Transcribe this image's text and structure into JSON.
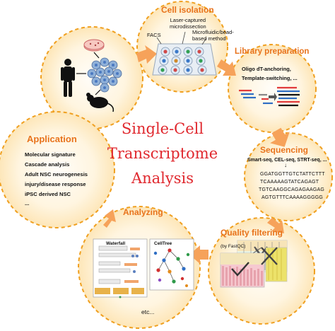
{
  "center": {
    "line1": "Single-Cell",
    "line2": "Transcriptome",
    "line3": "Analysis"
  },
  "cell_isolation": {
    "title": "Cell isolation",
    "facs": "FACS",
    "lcm": "Laser-captured\nmicrodissection",
    "micro": "Microfluidic/bead-\nbased method"
  },
  "library": {
    "title": "Library preparation",
    "line1": "Oligo dT-anchoring,",
    "line2": "Template-switching, ..."
  },
  "sequencing": {
    "title": "Sequencing",
    "methods": "Smart-seq, CEL-seq, STRT-seq, ...",
    "reads": [
      "GGATGGTTGTCTATTCTTT",
      "TCAAAAAGTATCAGAGT",
      "TGTCAAGGCAGAGAAGAG",
      "AGTGTTTCAAAAGGGGG"
    ]
  },
  "quality": {
    "title": "Quality filtering",
    "tool": "(by FastQC)"
  },
  "analyzing": {
    "title": "Analyzing",
    "waterfall": "Waterfall",
    "celltree": "CellTree",
    "etc": "etc..."
  },
  "application": {
    "title": "Application",
    "items": [
      "Molecular signature",
      "Cascade analysis",
      "Adult NSC neurogenesis",
      "injury/disease response",
      "iPSC derived NSC",
      "..."
    ]
  },
  "colors": {
    "accent": "#e8731c",
    "dash": "#f0a020",
    "center": "#e0282e"
  }
}
